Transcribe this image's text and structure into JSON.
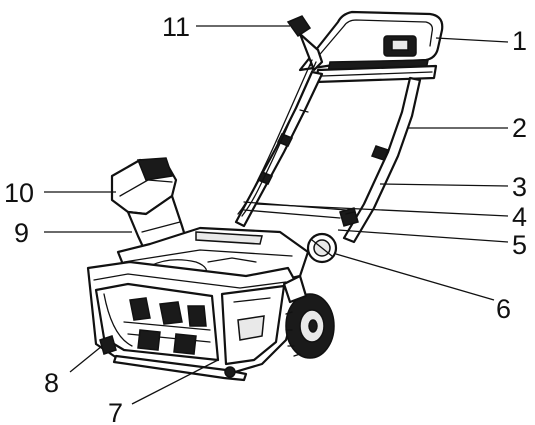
{
  "figure": {
    "subject": "snow thrower",
    "callouts": [
      {
        "number": "1"
      },
      {
        "number": "2"
      },
      {
        "number": "3"
      },
      {
        "number": "4"
      },
      {
        "number": "5"
      },
      {
        "number": "6"
      },
      {
        "number": "7"
      },
      {
        "number": "8"
      },
      {
        "number": "9"
      },
      {
        "number": "10"
      },
      {
        "number": "11"
      }
    ]
  }
}
